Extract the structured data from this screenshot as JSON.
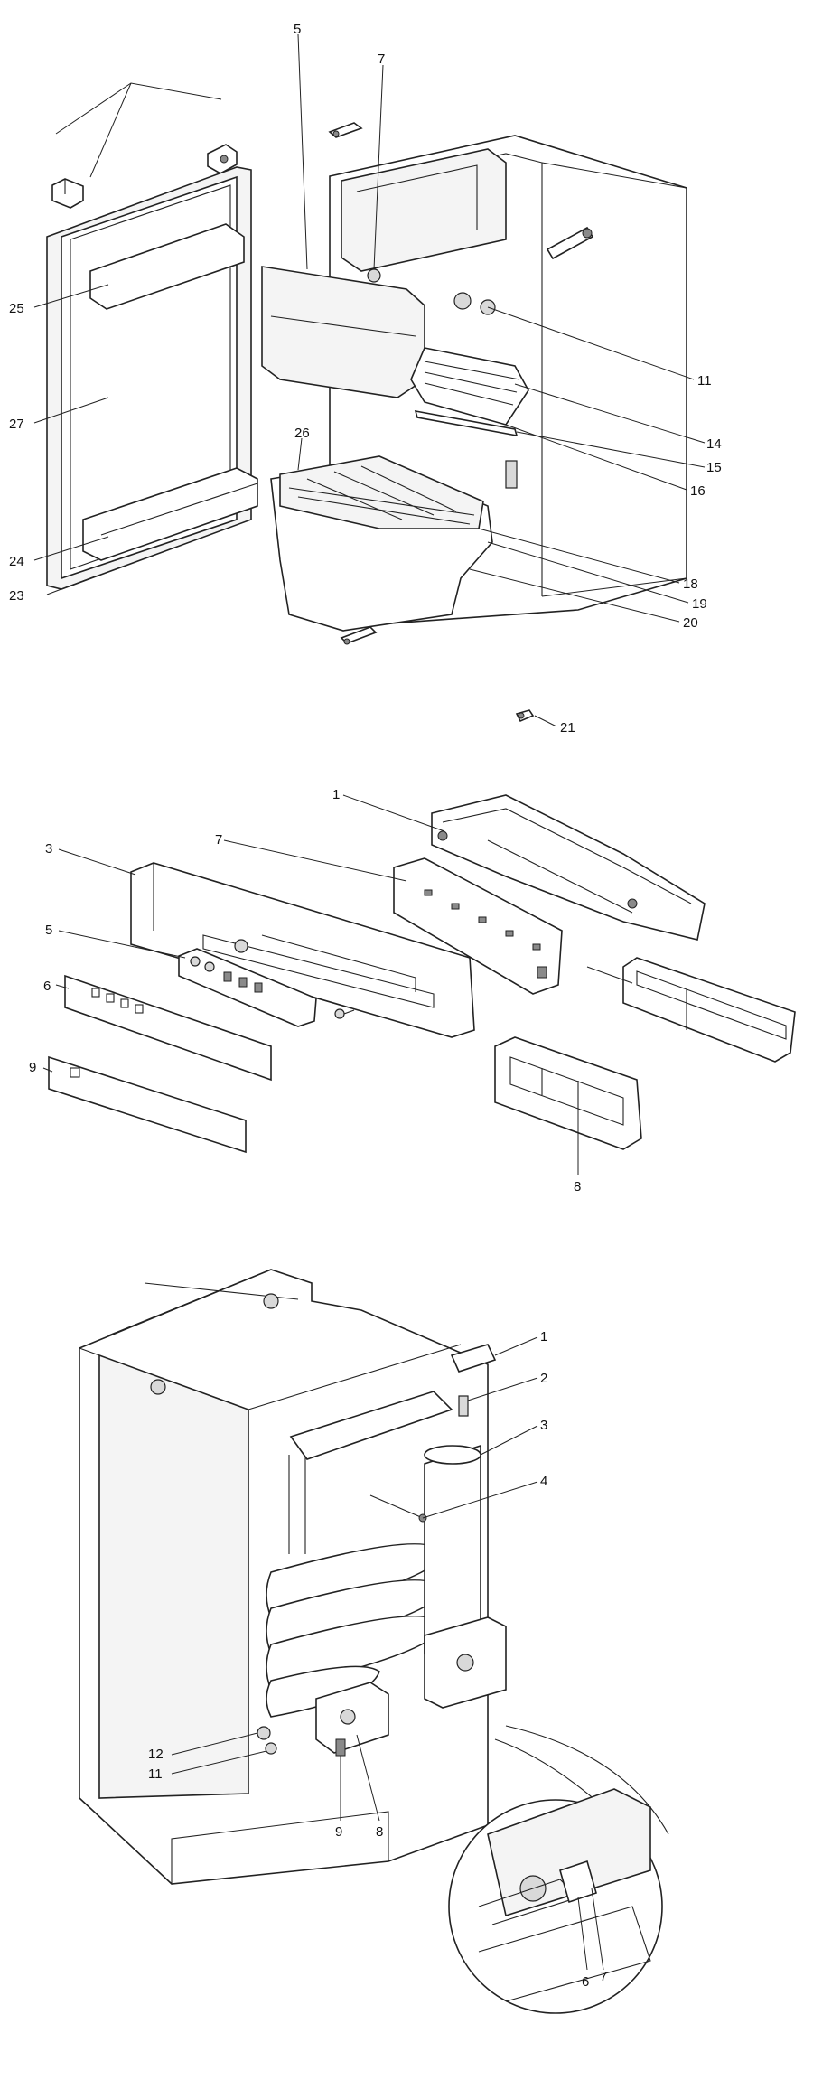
{
  "diagram1": {
    "labels": {
      "n5": "5",
      "n7": "7",
      "n11": "11",
      "n14": "14",
      "n15": "15",
      "n16": "16",
      "n18": "18",
      "n19": "19",
      "n20": "20",
      "n21": "21",
      "n23": "23",
      "n24": "24",
      "n25": "25",
      "n26": "26",
      "n27": "27"
    }
  },
  "diagram2": {
    "labels": {
      "n1": "1",
      "n3": "3",
      "n5": "5",
      "n6": "6",
      "n7": "7",
      "n8": "8",
      "n9": "9"
    }
  },
  "diagram3": {
    "labels": {
      "n1": "1",
      "n2": "2",
      "n3": "3",
      "n4": "4",
      "n8": "8",
      "n9": "9",
      "n11": "11",
      "n12": "12",
      "n6": "6",
      "n7": "7"
    }
  }
}
